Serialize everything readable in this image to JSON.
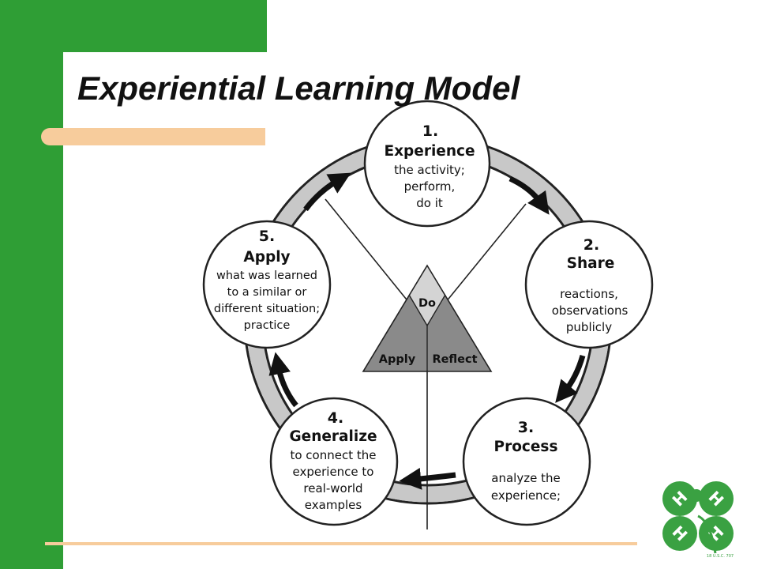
{
  "slide": {
    "title": "Experiential Learning Model"
  },
  "stages": [
    {
      "number": "1.",
      "name": "Experience",
      "lines": [
        "the activity;",
        "perform,",
        "do it"
      ]
    },
    {
      "number": "2.",
      "name": "Share",
      "lines": [
        "reactions,",
        "observations",
        "publicly"
      ]
    },
    {
      "number": "3.",
      "name": "Process",
      "lines": [
        "analyze the",
        "experience;"
      ]
    },
    {
      "number": "4.",
      "name": "Generalize",
      "lines": [
        "to connect the",
        "experience to",
        "real-world",
        "examples"
      ]
    },
    {
      "number": "5.",
      "name": "Apply",
      "lines": [
        "what was learned",
        "to a similar or",
        "different situation;",
        "practice"
      ]
    }
  ],
  "triangle": {
    "top": "Do",
    "left": "Apply",
    "right": "Reflect"
  },
  "logo": {
    "icon": "four-leaf-clover-logo",
    "letter": "H",
    "small_text": "18 U.S.C. 707"
  },
  "colors": {
    "green": "#2f9e35",
    "peach": "#f7cc9c",
    "ring": "#c8c8c8",
    "triangle_light": "#cccccc",
    "triangle_dark": "#8a8a8a",
    "logo_green": "#3aa142"
  }
}
